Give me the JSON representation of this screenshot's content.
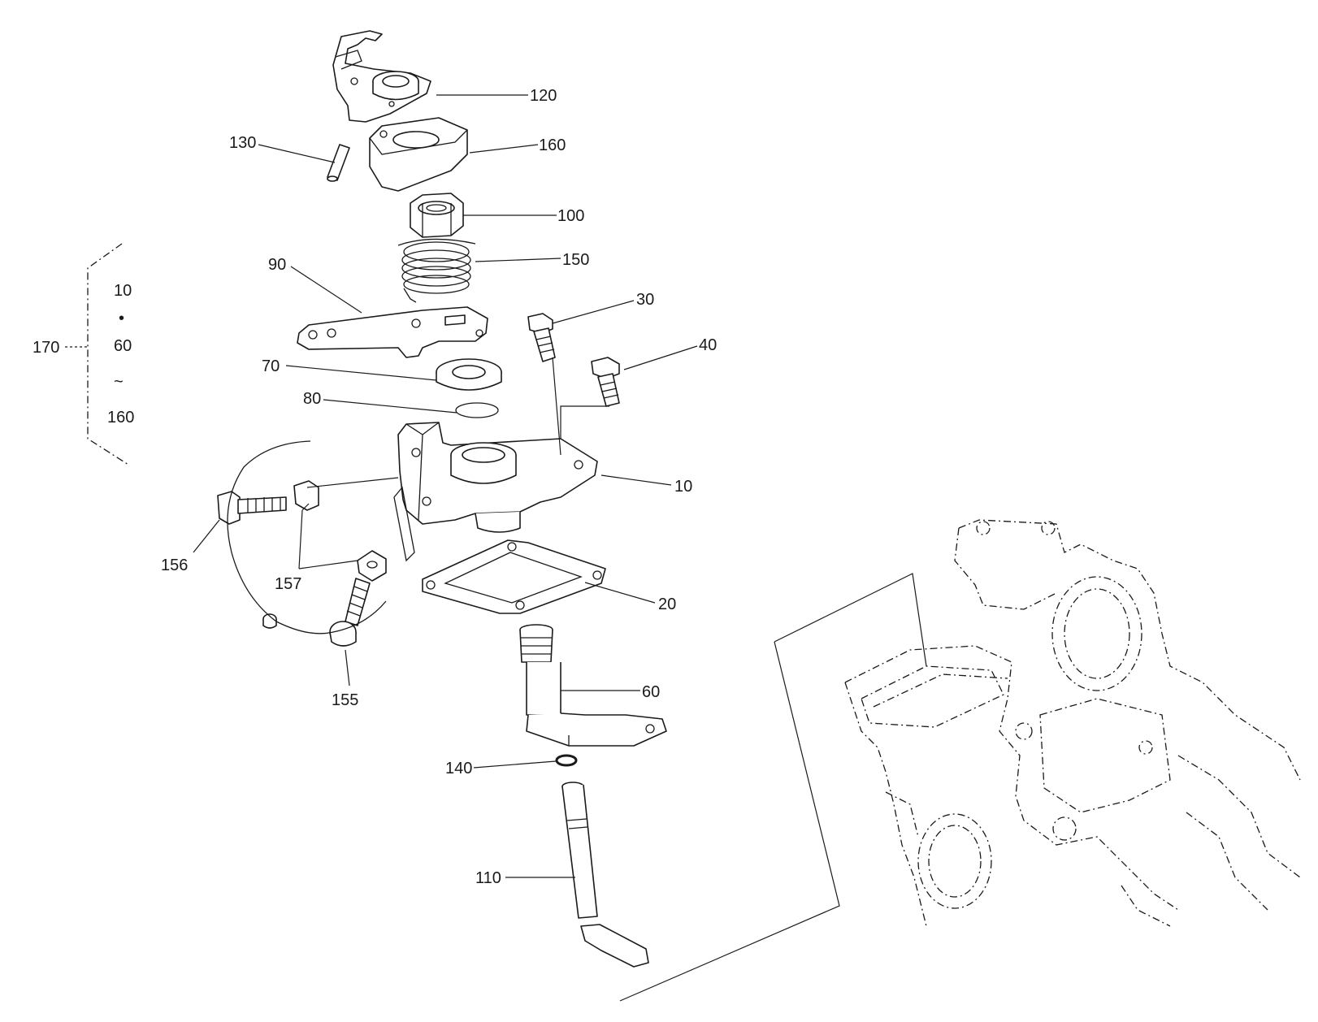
{
  "callouts": {
    "c10": "10",
    "c20": "20",
    "c30": "30",
    "c40": "40",
    "c60": "60",
    "c70": "70",
    "c80": "80",
    "c90": "90",
    "c100": "100",
    "c110": "110",
    "c120": "120",
    "c130": "130",
    "c140": "140",
    "c150": "150",
    "c155": "155",
    "c156": "156",
    "c157": "157",
    "c160": "160",
    "c170": "170"
  },
  "kit_bracket": {
    "first": "10",
    "dot": "•",
    "second": "60",
    "range_mark": "~",
    "last": "160"
  }
}
